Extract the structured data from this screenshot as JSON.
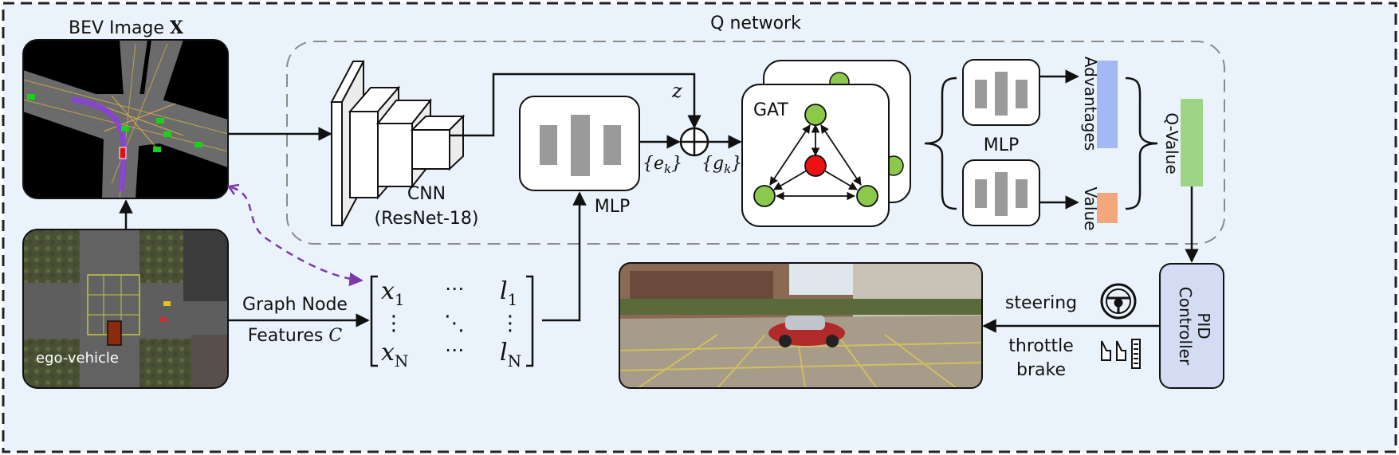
{
  "colors": {
    "background": "#eaf3fb",
    "frame": "#222222",
    "q_dashed": "#8a8a8a",
    "gat_green": "#8cc84b",
    "gat_red": "#ee1111",
    "advantages_bar": "#a4b8f4",
    "value_bar": "#f2a87c",
    "qvalue_bar": "#9ed486",
    "pid_fill": "#d3dcf2",
    "bev_road": "#6b6b6b",
    "route_purple": "#8a3ee0",
    "dashed_purple": "#7b3aa8"
  },
  "labels": {
    "bev_title": "BEV Image ",
    "bev_symbol": "X",
    "q_network": "Q network",
    "cnn": "CNN",
    "resnet": "(ResNet-18)",
    "mlp_main": "MLP",
    "mlp_right": "MLP",
    "gat": "GAT",
    "z": "z",
    "e_k": "{e",
    "e_sub": "k",
    "e_close": "}",
    "g_k": "{g",
    "g_sub": "k",
    "g_close": "}",
    "advantages": "Advantages",
    "value": "Value",
    "qvalue": "Q-Value",
    "pid_line1": "PID",
    "pid_line2": "Controller",
    "graph_node": "Graph Node",
    "features": "Features ",
    "features_symbol": "C",
    "ego_vehicle": "ego-vehicle",
    "steering": "steering",
    "throttle": "throttle",
    "brake": "brake"
  },
  "matrix": {
    "top_left": "x",
    "top_left_sub": "1",
    "top_mid": "⋯",
    "top_right": "l",
    "top_right_sub": "1",
    "mid_left": "⋮",
    "mid_mid": "⋱",
    "mid_right": "⋮",
    "bot_left": "x",
    "bot_left_sub": "N",
    "bot_mid": "⋯",
    "bot_right": "l",
    "bot_right_sub": "N"
  },
  "icons": {
    "steering": "steering-wheel-icon",
    "pedals": "pedals-icon",
    "oplus": "oplus-icon"
  }
}
